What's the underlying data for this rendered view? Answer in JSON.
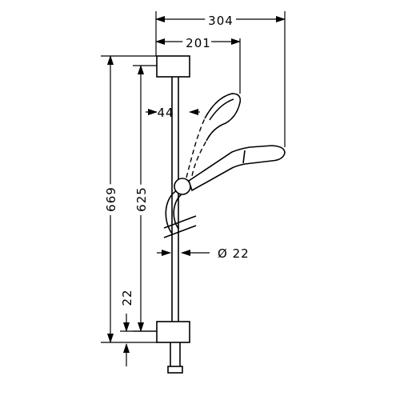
{
  "dimensions": {
    "total_projection": "304",
    "handshower_projection": "201",
    "offset": "44",
    "overall_height": "669",
    "rail_length": "625",
    "bottom_offset": "22",
    "diameter": "Ø 22"
  },
  "colors": {
    "line": "#000000",
    "background": "#ffffff"
  }
}
